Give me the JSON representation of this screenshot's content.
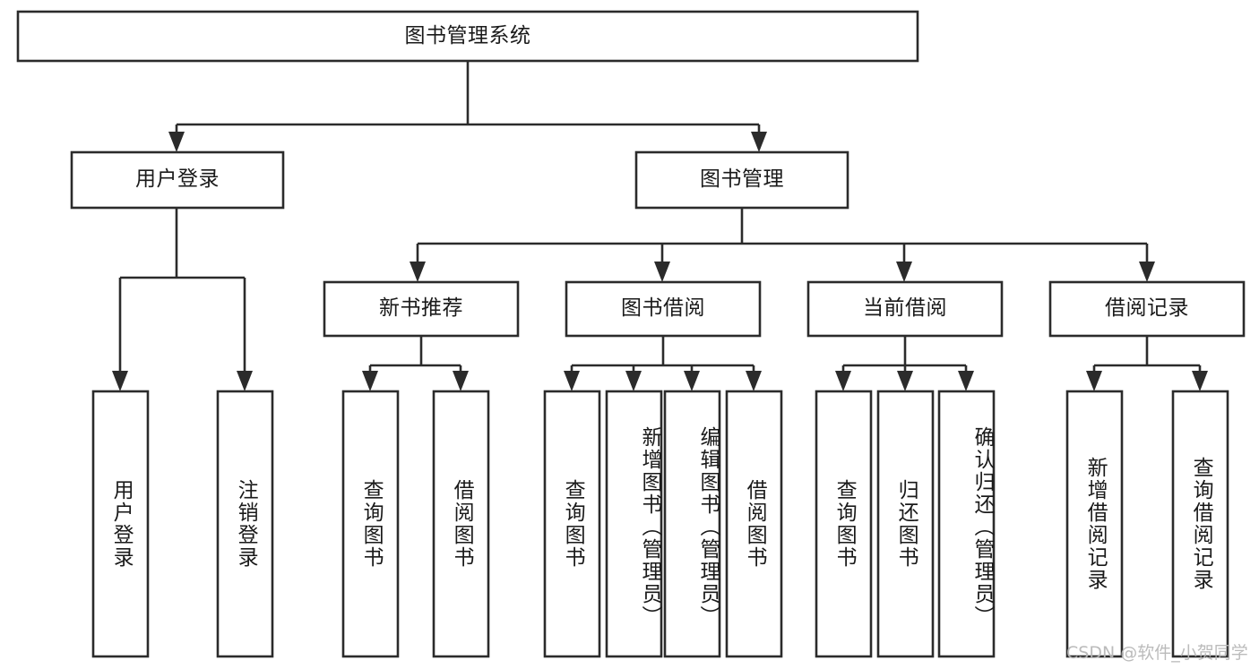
{
  "diagram": {
    "title": "图书管理系统",
    "type": "tree-hierarchy-diagram",
    "colors": {
      "stroke": "#2b2b2b",
      "fill": "#ffffff",
      "text": "#1a1a1a",
      "watermark": "#b8b8b8"
    },
    "root": {
      "label": "图书管理系统"
    },
    "level2": [
      {
        "label": "用户登录"
      },
      {
        "label": "图书管理"
      }
    ],
    "level3": [
      {
        "label": "新书推荐"
      },
      {
        "label": "图书借阅"
      },
      {
        "label": "当前借阅"
      },
      {
        "label": "借阅记录"
      }
    ],
    "leaves": {
      "user_login": [
        {
          "label": "用户登录"
        },
        {
          "label": "注销登录"
        }
      ],
      "new_book": [
        {
          "label": "查询图书"
        },
        {
          "label": "借阅图书"
        }
      ],
      "book_borrow": [
        {
          "label": "查询图书"
        },
        {
          "label": "新增图书（管理员）"
        },
        {
          "label": "编辑图书（管理员）"
        },
        {
          "label": "借阅图书"
        }
      ],
      "current_borrow": [
        {
          "label": "查询图书"
        },
        {
          "label": "归还图书"
        },
        {
          "label": "确认归还（管理员）"
        }
      ],
      "borrow_record": [
        {
          "label": "新增借阅记录"
        },
        {
          "label": "查询借阅记录"
        }
      ]
    }
  },
  "watermark": {
    "text": "CSDN @软件_小贺同学"
  }
}
